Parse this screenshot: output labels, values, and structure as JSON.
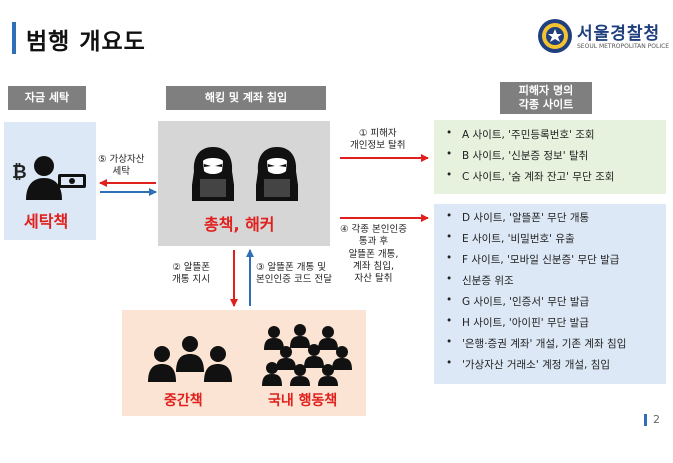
{
  "title": "범행 개요도",
  "logo": {
    "name": "서울경찰청",
    "sub": "SEOUL METROPOLITAN POLICE"
  },
  "headers": {
    "fund": "자금 세탁",
    "hack": "해킹 및 계좌 침입",
    "victim": "피해자 명의\n각종 사이트"
  },
  "labels": {
    "launderer": "세탁책",
    "hacker": "총책, 해커",
    "middle": "중간책",
    "domestic": "국내 행동책"
  },
  "arrows": {
    "a1": "① 피해자\n개인정보 탈취",
    "a2": "② 알뜰폰\n개통 지시",
    "a3": "③ 알뜰폰 개통 및\n본인인증 코드 전달",
    "a4": "④ 각종 본인인증\n통과 후\n알뜰폰 개통,\n계좌 침입,\n자산 탈취",
    "a5": "⑤ 가상자산\n세탁"
  },
  "bullet": "•",
  "victim_group1": [
    "A 사이트, '주민등록번호' 조회",
    "B 사이트, '신분증 정보' 탈취",
    "C 사이트, '숨 계좌 잔고' 무단 조회"
  ],
  "victim_group2": [
    "D 사이트, '알뜰폰' 무단 개통",
    "E 사이트, '비밀번호' 유출",
    "F 사이트, '모바일 신분증' 무단 발급",
    "신분증 위조",
    "G 사이트, '인증서' 무단 발급",
    "H 사이트, '아이핀' 무단 발급",
    "'은행·증권 계좌' 개설, 기존 계좌 침입",
    "'가상자산 거래소' 계정 개설, 침입"
  ],
  "page_number": "2",
  "colors": {
    "accent_blue": "#2f6fb5",
    "red": "#e0201c",
    "header_gray": "#7f7f7f"
  },
  "icons": [
    "police-emblem-icon",
    "bitcoin-icon",
    "cash-icon",
    "hooded-hacker-icon",
    "person-icon"
  ]
}
